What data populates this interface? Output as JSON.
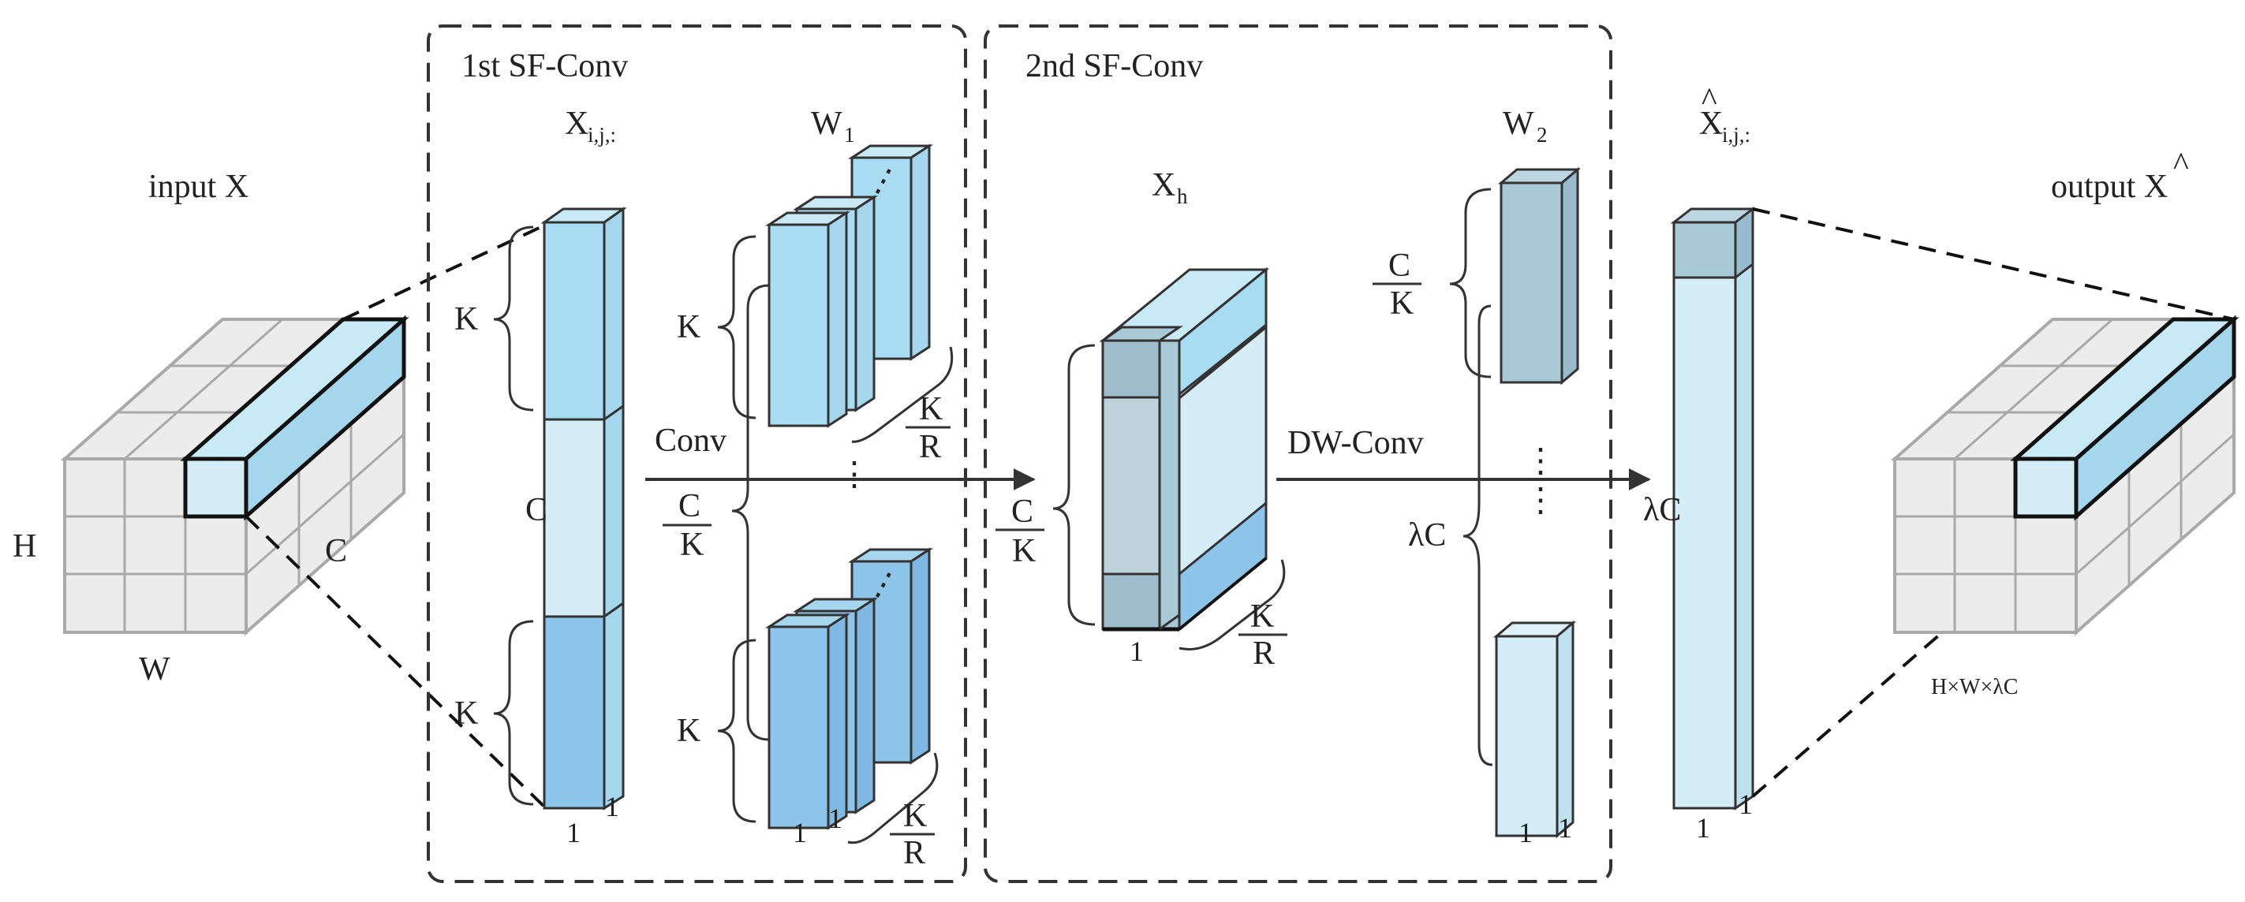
{
  "labels": {
    "input": "input X",
    "input_h": "H",
    "input_w": "W",
    "input_c": "C",
    "box1_title": "1st SF-Conv",
    "box2_title": "2nd SF-Conv",
    "xij_main": "X",
    "xij_sub": "i,j,:",
    "w1_main": "W",
    "w1_sub": "1",
    "xh_main": "X",
    "xh_sub": "h",
    "w2_main": "W",
    "w2_sub": "2",
    "xhat_main": "X",
    "xhat_sub": "i,j,:",
    "hat": "^",
    "output": "output X",
    "output_dims": "H×W×λC",
    "k": "K",
    "c": "C",
    "r": "R",
    "one": "1",
    "lambda_c": "λC",
    "conv": "Conv",
    "dw_conv": "DW-Conv",
    "dots": "⋮"
  },
  "colors": {
    "light_blue": "#a7dcf2",
    "pale_blue": "#d4edf7",
    "mid_blue": "#8cc4ea",
    "top_blue": "#c8e9f6",
    "side_blue": "#a4d7ee",
    "grey_blue": "#a8c9d6",
    "grey_blue_dark": "#9fbccc",
    "grey_cell": "#ececec",
    "grey_line": "#a9a9a9",
    "stroke": "#333333"
  }
}
